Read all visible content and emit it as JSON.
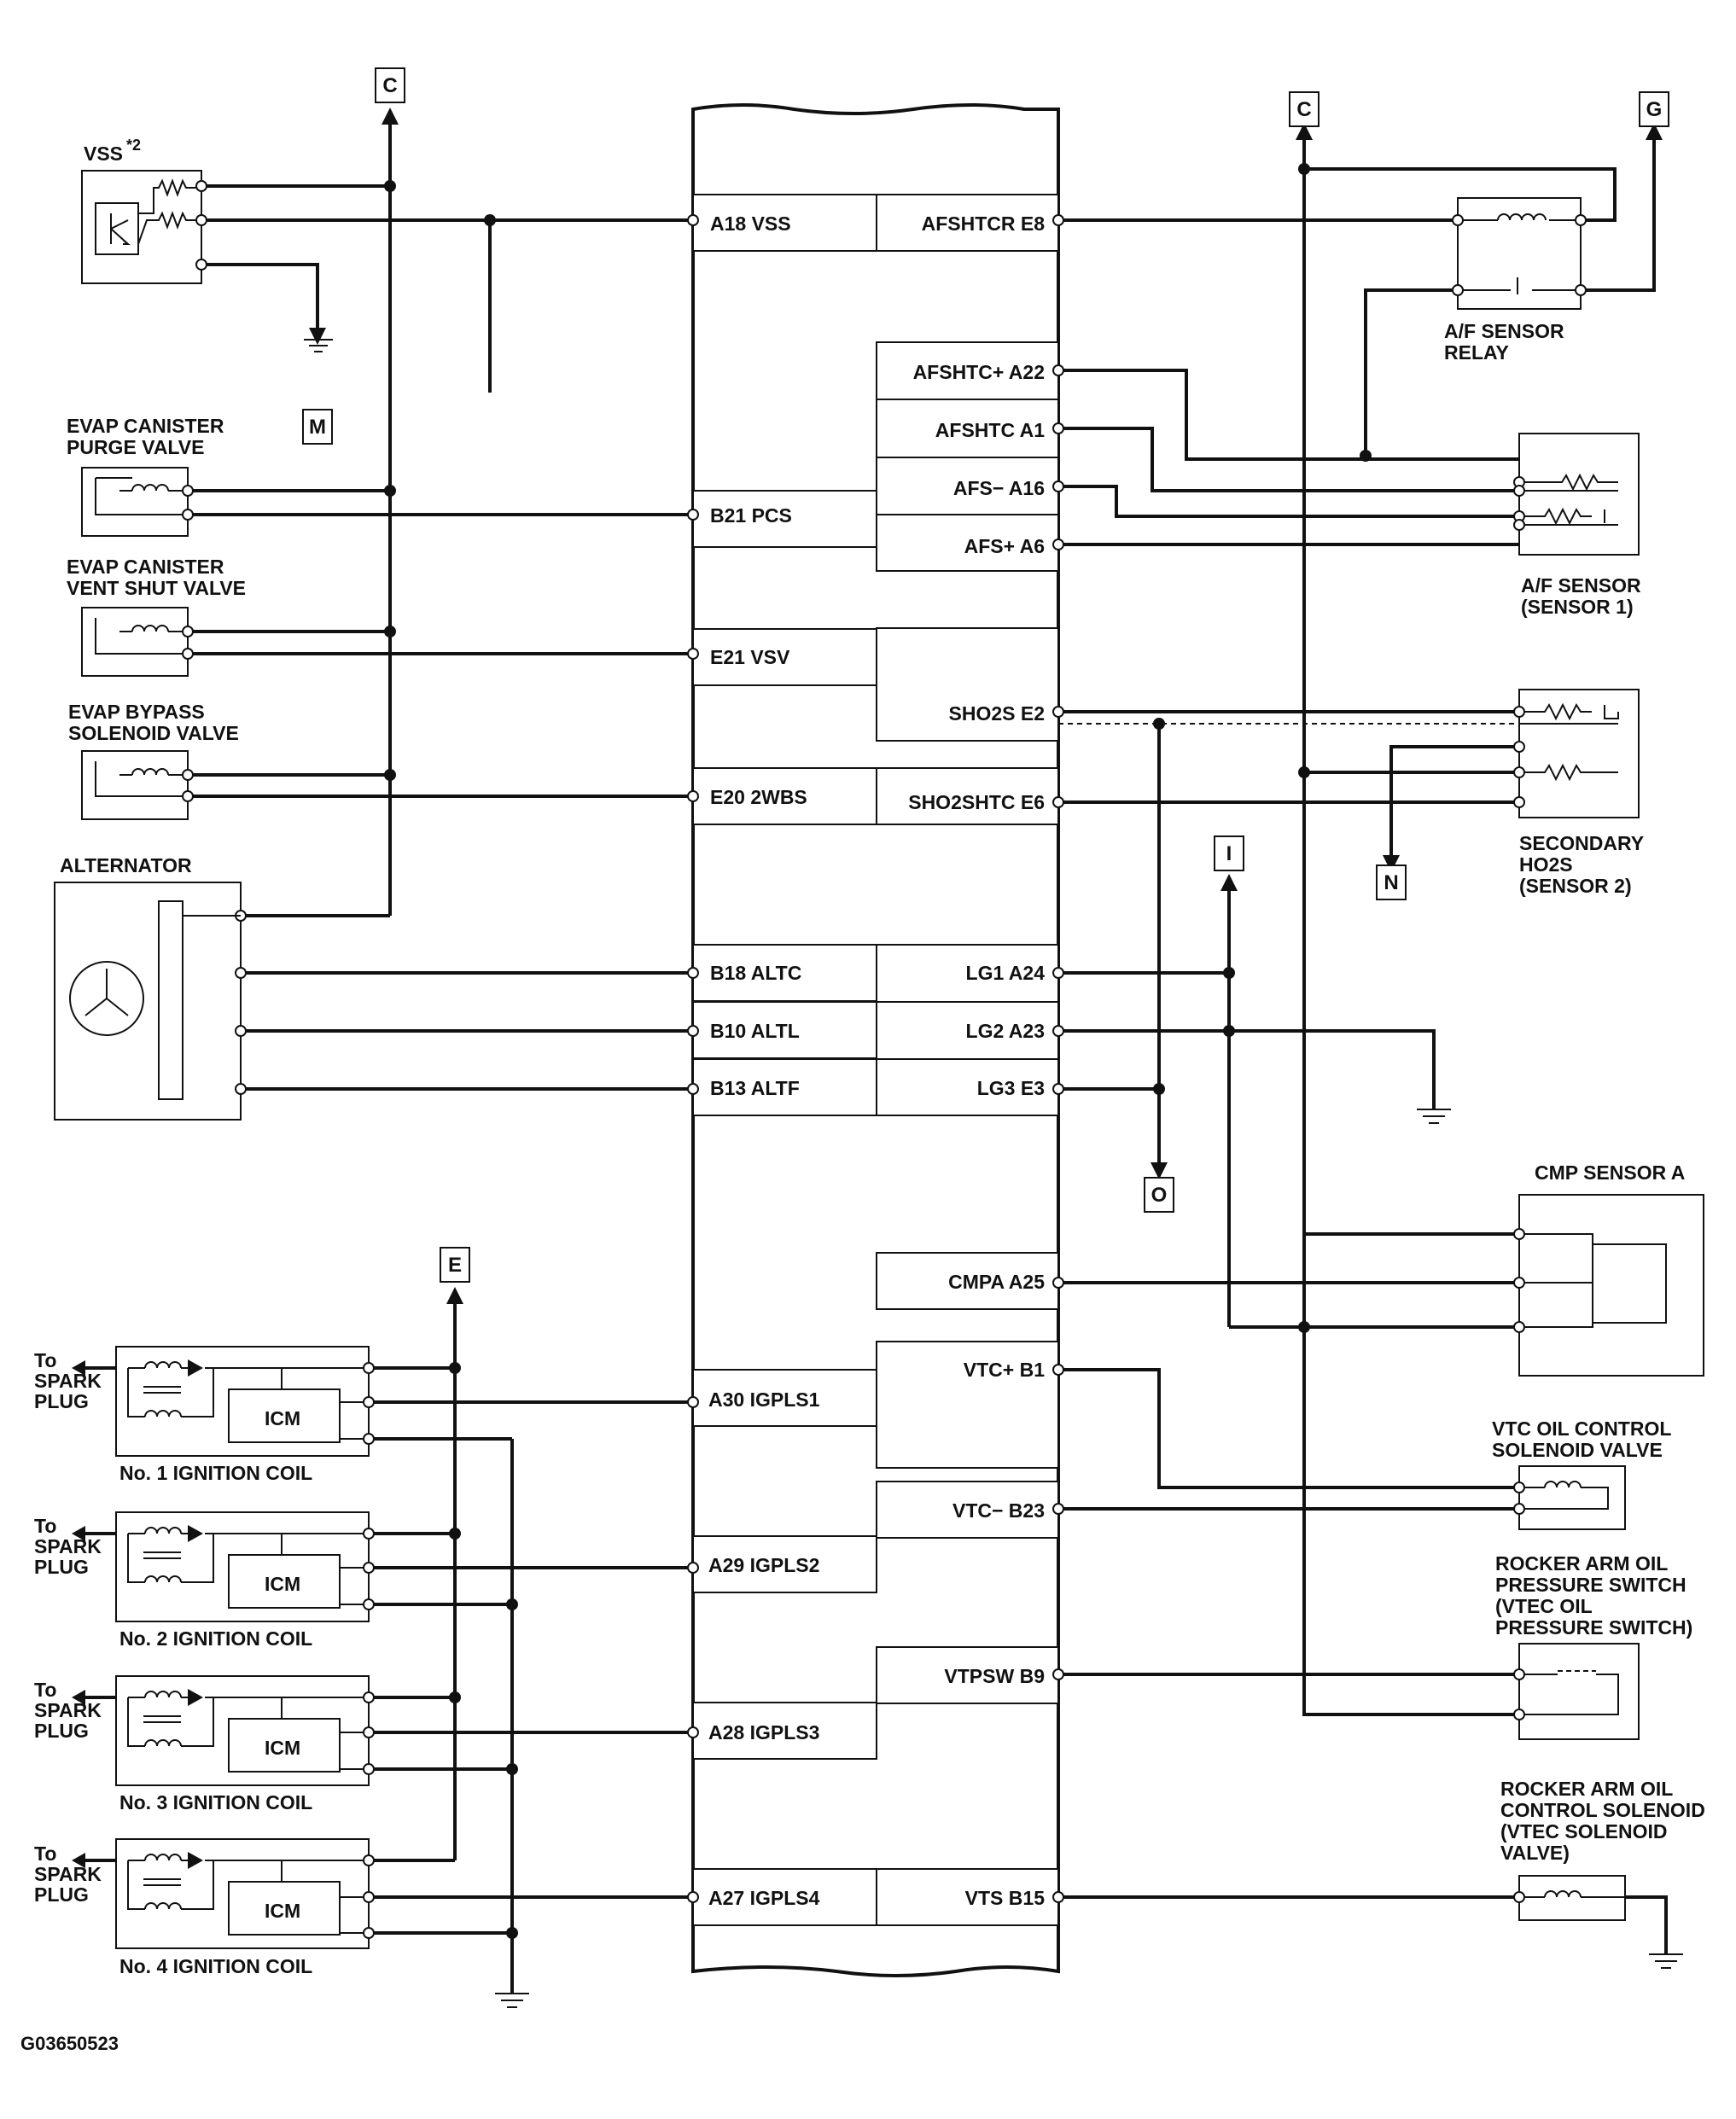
{
  "diagram_id": "G03650523",
  "flags": {
    "C": "C",
    "M": "M",
    "G": "G",
    "I": "I",
    "N": "N",
    "O": "O",
    "E": "E"
  },
  "ecm_pins": {
    "a18": "A18 VSS",
    "afshtcr": "AFSHTCR E8",
    "afshtc_plus": "AFSHTC+ A22",
    "afshtc": "AFSHTC A1",
    "afs_minus": "AFS− A16",
    "afs_plus": "AFS+ A6",
    "b21": "B21 PCS",
    "e21": "E21 VSV",
    "sho2s": "SHO2S E2",
    "e20": "E20 2WBS",
    "sho2shtc": "SHO2SHTC E6",
    "b18": "B18 ALTC",
    "lg1": "LG1 A24",
    "b10": "B10 ALTL",
    "lg2": "LG2 A23",
    "b13": "B13 ALTF",
    "lg3": "LG3 E3",
    "cmpa": "CMPA A25",
    "a30": "A30 IGPLS1",
    "vtc_plus": "VTC+ B1",
    "vtc_minus": "VTC− B23",
    "a29": "A29 IGPLS2",
    "vtpsw": "VTPSW B9",
    "a28": "A28 IGPLS3",
    "a27": "A27 IGPLS4",
    "vts": "VTS B15"
  },
  "components": {
    "vss": "VSS",
    "vss_sup": "*2",
    "evap_purge_1": "EVAP CANISTER",
    "evap_purge_2": "PURGE VALVE",
    "evap_vent_1": "EVAP CANISTER",
    "evap_vent_2": "VENT SHUT VALVE",
    "evap_bypass_1": "EVAP BYPASS",
    "evap_bypass_2": "SOLENOID VALVE",
    "alternator": "ALTERNATOR",
    "af_relay_1": "A/F SENSOR",
    "af_relay_2": "RELAY",
    "af_sensor_1": "A/F SENSOR",
    "af_sensor_2": "(SENSOR 1)",
    "ho2s_1": "SECONDARY",
    "ho2s_2": "HO2S",
    "ho2s_3": "(SENSOR 2)",
    "cmp": "CMP SENSOR A",
    "vtc_1": "VTC OIL CONTROL",
    "vtc_2": "SOLENOID VALVE",
    "rocker_sw_1": "ROCKER ARM OIL",
    "rocker_sw_2": "PRESSURE SWITCH",
    "rocker_sw_3": "(VTEC OIL",
    "rocker_sw_4": "PRESSURE SWITCH)",
    "rocker_sol_1": "ROCKER ARM OIL",
    "rocker_sol_2": "CONTROL SOLENOID",
    "rocker_sol_3": "(VTEC SOLENOID",
    "rocker_sol_4": "VALVE)",
    "icm": "ICM",
    "coil1": "No. 1 IGNITION COIL",
    "coil2": "No. 2 IGNITION COIL",
    "coil3": "No. 3 IGNITION COIL",
    "coil4": "No. 4 IGNITION COIL",
    "to": "To",
    "spark": "SPARK",
    "plug": "PLUG"
  }
}
